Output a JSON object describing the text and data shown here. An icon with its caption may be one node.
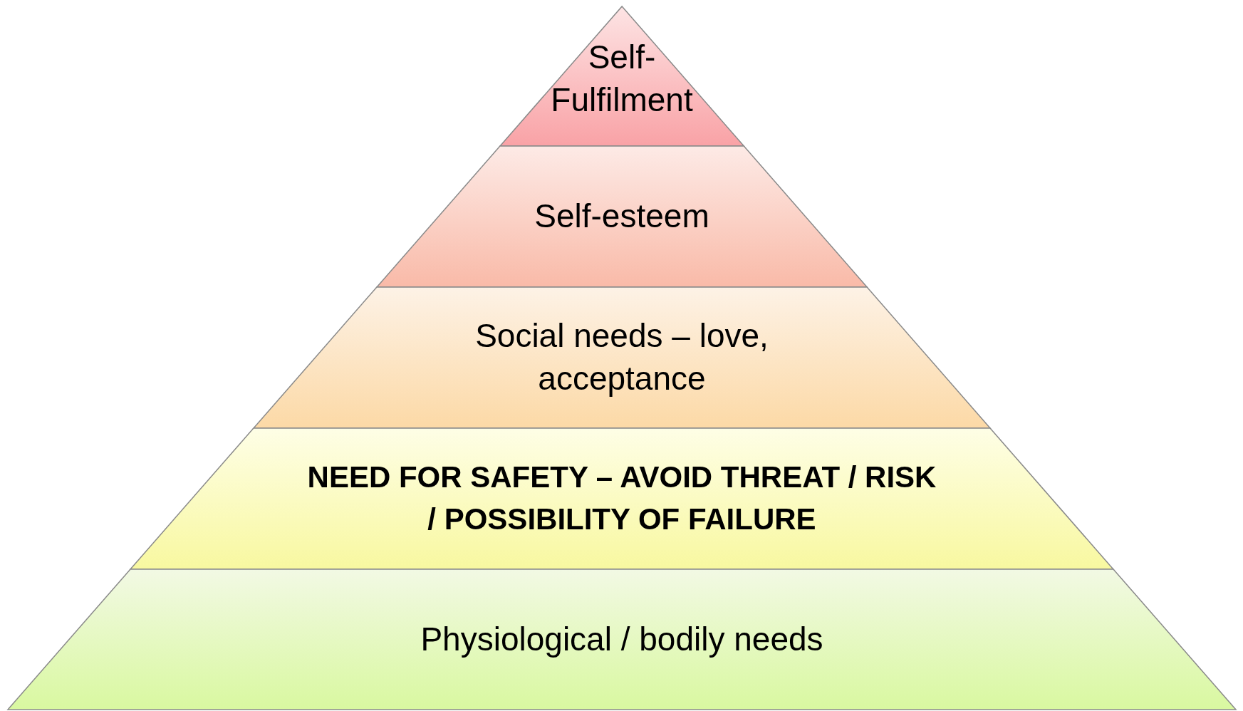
{
  "diagram": {
    "nodes": [
      {
        "text": [
          "Self-Fulfilment"
        ]
      },
      {
        "text": [
          "Self-esteem"
        ]
      },
      {
        "text": [
          "Social needs – love, acceptance"
        ]
      },
      {
        "text": [
          "NEED FOR SAFETY – AVOID THREAT / RISK / POSSIBILITY OF FAILURE"
        ]
      },
      {
        "text": [
          "Physiological / bodily needs"
        ]
      }
    ]
  }
}
